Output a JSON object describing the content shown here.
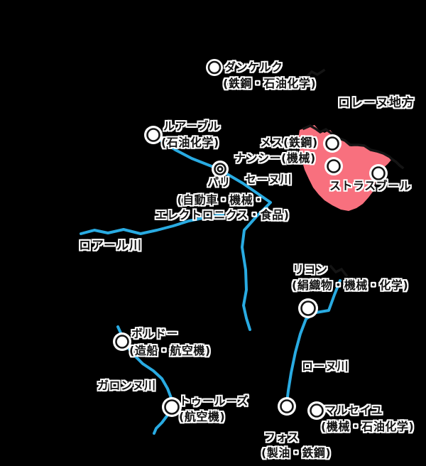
{
  "colors": {
    "background": "#000000",
    "river": "#29abe2",
    "region_fill": "#f8707e",
    "border": "#141414",
    "marker_fill": "#ffffff",
    "marker_stroke": "#141414",
    "label_text": "#111111",
    "label_halo": "#ffffff"
  },
  "labels": {
    "dunkerque": {
      "name": "ダンケルク",
      "industries": "(鉄鋼・石油化学)"
    },
    "lorraine": {
      "name": "ロレーヌ地方"
    },
    "le_havre": {
      "name": "ルアーブル",
      "industries": "(石油化学)"
    },
    "metz": {
      "name": "メス(鉄鋼)"
    },
    "nancy": {
      "name": "ナンシー(機械)"
    },
    "paris": {
      "name": "パリ",
      "industries_line1": "(自動車・機械・",
      "industries_line2": "エレクトロニクス・食品)"
    },
    "seine": {
      "name": "セーヌ川"
    },
    "strasbourg": {
      "name": "ストラスブール"
    },
    "loire": {
      "name": "ロアール川"
    },
    "lyon": {
      "name": "リヨン",
      "industries": "(絹織物・機械・化学)"
    },
    "bordeaux": {
      "name": "ボルドー",
      "industries": "(造船・航空機)"
    },
    "garonne": {
      "name": "ガロンヌ川"
    },
    "toulouse": {
      "name": "トゥールーズ",
      "industries": "(航空機)"
    },
    "rhone": {
      "name": "ローヌ川"
    },
    "marseille": {
      "name": "マルセイユ",
      "industries": "(機械・石油化学)"
    },
    "fos": {
      "name": "フォス",
      "industries": "(製油・鉄鋼)"
    }
  }
}
